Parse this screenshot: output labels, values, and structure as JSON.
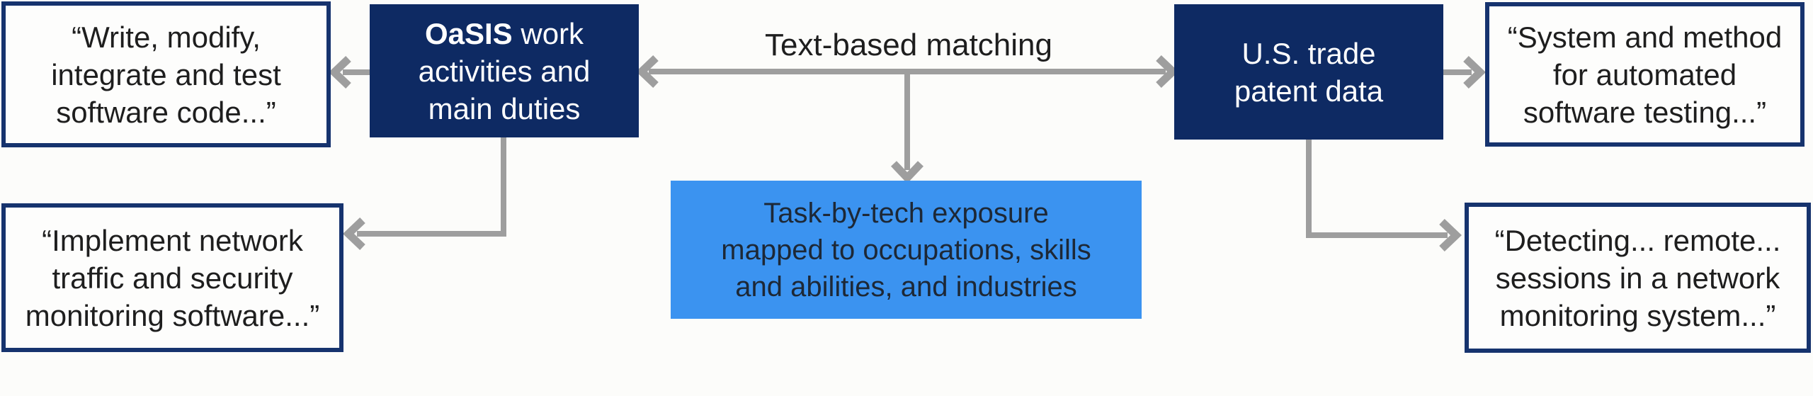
{
  "colors": {
    "navy_fill": "#0e2a63",
    "quote_border": "#16336e",
    "blue_fill": "#3b93f0",
    "arrow_gray": "#9e9e9e",
    "background": "#fcfcfa",
    "quote_text": "#1e1e1e",
    "blue_box_text": "#1d2836",
    "navy_box_text": "#ffffff"
  },
  "diagram": {
    "quote_tl": {
      "lines": [
        "“Write, modify,",
        "integrate and test",
        "software code...”"
      ]
    },
    "oasis_box": {
      "line1_bold": "OaSIS",
      "line1_rest": " work",
      "line2": "activities and",
      "line3": "main duties"
    },
    "matching_label": "Text-based matching",
    "patent_box": {
      "lines": [
        "U.S. trade",
        "patent data"
      ]
    },
    "quote_tr": {
      "lines": [
        "“System and method",
        "for automated",
        "software testing...”"
      ]
    },
    "quote_bl": {
      "lines": [
        "“Implement network",
        "traffic and security",
        "monitoring software...”"
      ]
    },
    "exposure_box": {
      "lines": [
        "Task-by-tech exposure",
        "mapped to occupations, skills",
        "and abilities, and industries"
      ]
    },
    "quote_br": {
      "lines": [
        "“Detecting... remote...",
        "sessions in a network",
        "monitoring system...”"
      ]
    }
  }
}
